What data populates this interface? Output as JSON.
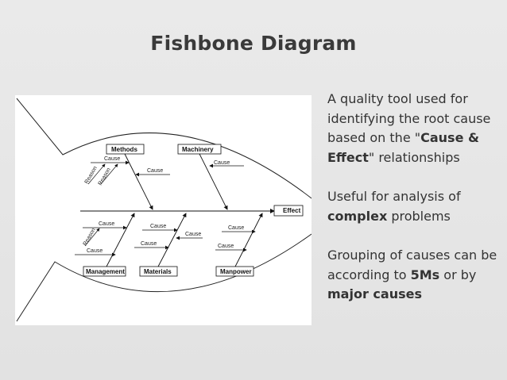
{
  "title": "Fishbone Diagram",
  "diagram": {
    "categories": {
      "methods": "Methods",
      "machinery": "Machinery",
      "management": "Management",
      "materials": "Materials",
      "manpower": "Manpower"
    },
    "effect": "Effect",
    "cause": "Cause",
    "reason": "Reason"
  },
  "text": {
    "p1_a": "A quality tool used for identifying the root cause based on the \"",
    "p1_bold": "Cause & Effect",
    "p1_b": "\" relationships",
    "p2_a": "Useful for analysis of ",
    "p2_bold": "complex",
    "p2_b": " problems",
    "p3_a": "Grouping of causes can be according to ",
    "p3_bold1": "5Ms",
    "p3_b": " or by ",
    "p3_bold2": "major causes"
  }
}
